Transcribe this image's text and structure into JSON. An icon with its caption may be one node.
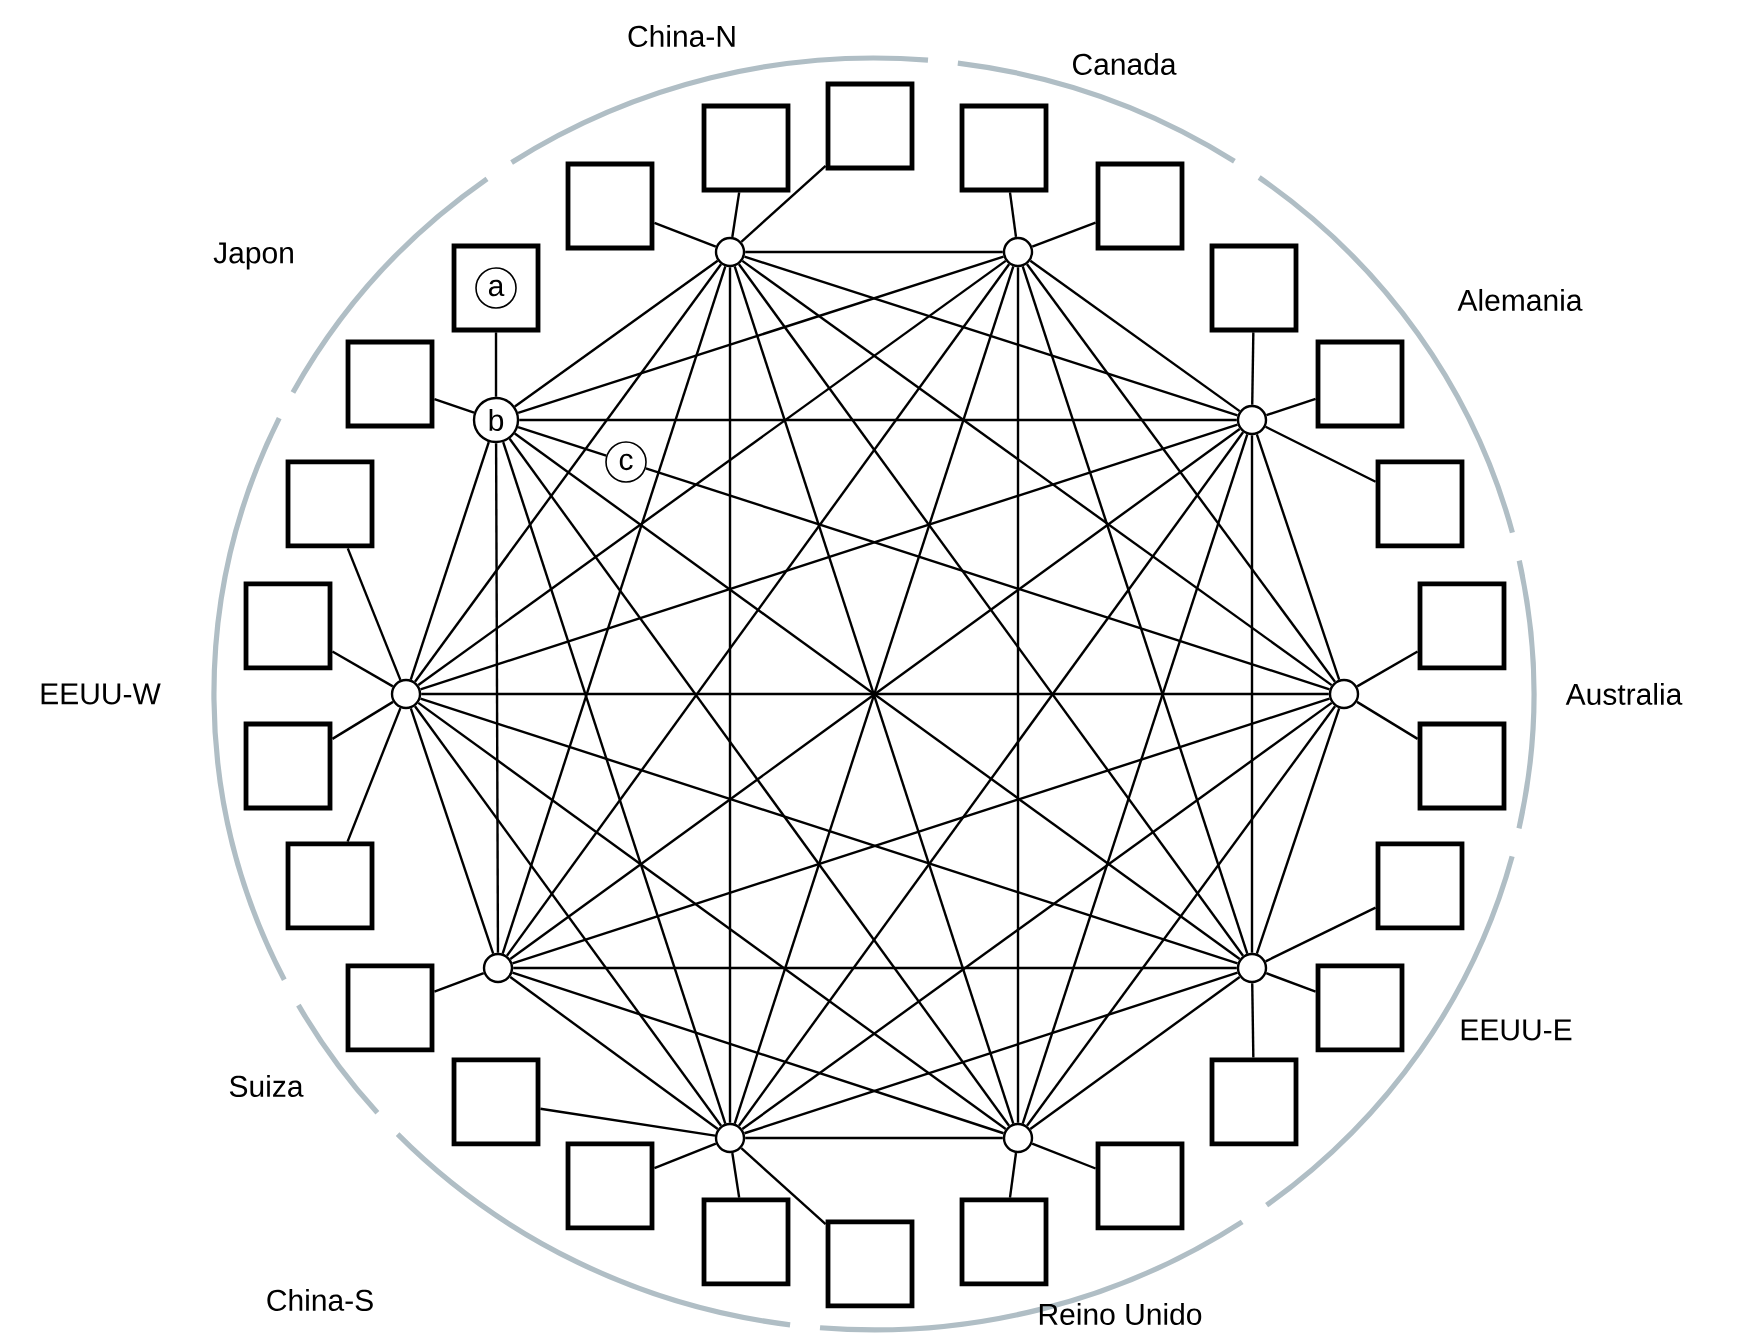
{
  "diagram": {
    "nodes": [
      {
        "text": [
          "b"
        ]
      },
      {
        "text": [],
        "shape": "circle"
      },
      {
        "text": [],
        "shape": "circle"
      },
      {
        "text": [],
        "shape": "circle"
      },
      {
        "text": [],
        "shape": "circle"
      },
      {
        "text": [],
        "shape": "circle"
      },
      {
        "text": [],
        "shape": "circle"
      },
      {
        "text": [],
        "shape": "circle"
      },
      {
        "text": [],
        "shape": "circle"
      },
      {
        "text": [],
        "shape": "circle"
      },
      {
        "text": [
          "a"
        ]
      },
      {
        "text": [],
        "shape": "box"
      },
      {
        "text": [],
        "shape": "box"
      },
      {
        "text": [],
        "shape": "box"
      },
      {
        "text": [],
        "shape": "box"
      },
      {
        "text": [],
        "shape": "box"
      },
      {
        "text": [],
        "shape": "box"
      },
      {
        "text": [],
        "shape": "box"
      },
      {
        "text": [],
        "shape": "box"
      },
      {
        "text": [],
        "shape": "box"
      },
      {
        "text": [],
        "shape": "box"
      },
      {
        "text": [],
        "shape": "box"
      },
      {
        "text": [],
        "shape": "box"
      },
      {
        "text": [],
        "shape": "box"
      },
      {
        "text": [],
        "shape": "box"
      },
      {
        "text": [],
        "shape": "box"
      },
      {
        "text": [],
        "shape": "box"
      },
      {
        "text": [],
        "shape": "box"
      },
      {
        "text": [],
        "shape": "box"
      },
      {
        "text": [],
        "shape": "box"
      },
      {
        "text": [],
        "shape": "box"
      },
      {
        "text": [],
        "shape": "box"
      },
      {
        "text": [],
        "shape": "box"
      },
      {
        "text": [],
        "shape": "box"
      },
      {
        "text": [],
        "shape": "box"
      },
      {
        "text": [],
        "shape": "box"
      },
      {
        "text": [
          "c"
        ]
      }
    ],
    "edges": [
      {
        "from": 0,
        "to": 1,
        "arrow": "none"
      },
      {
        "from": 0,
        "to": 2,
        "arrow": "none"
      },
      {
        "from": 0,
        "to": 3,
        "arrow": "none"
      },
      {
        "from": 0,
        "to": 36,
        "arrow": "none"
      },
      {
        "from": 36,
        "to": 4,
        "arrow": "none"
      },
      {
        "from": 0,
        "to": 5,
        "arrow": "none"
      },
      {
        "from": 0,
        "to": 6,
        "arrow": "none"
      },
      {
        "from": 0,
        "to": 7,
        "arrow": "none"
      },
      {
        "from": 0,
        "to": 8,
        "arrow": "none"
      },
      {
        "from": 0,
        "to": 9,
        "arrow": "none"
      },
      {
        "from": 1,
        "to": 2,
        "arrow": "none"
      },
      {
        "from": 1,
        "to": 3,
        "arrow": "none"
      },
      {
        "from": 1,
        "to": 4,
        "arrow": "none"
      },
      {
        "from": 1,
        "to": 5,
        "arrow": "none"
      },
      {
        "from": 1,
        "to": 6,
        "arrow": "none"
      },
      {
        "from": 1,
        "to": 7,
        "arrow": "none"
      },
      {
        "from": 1,
        "to": 8,
        "arrow": "none"
      },
      {
        "from": 1,
        "to": 9,
        "arrow": "none"
      },
      {
        "from": 2,
        "to": 3,
        "arrow": "none"
      },
      {
        "from": 2,
        "to": 4,
        "arrow": "none"
      },
      {
        "from": 2,
        "to": 5,
        "arrow": "none"
      },
      {
        "from": 2,
        "to": 6,
        "arrow": "none"
      },
      {
        "from": 2,
        "to": 7,
        "arrow": "none"
      },
      {
        "from": 2,
        "to": 8,
        "arrow": "none"
      },
      {
        "from": 2,
        "to": 9,
        "arrow": "none"
      },
      {
        "from": 3,
        "to": 4,
        "arrow": "none"
      },
      {
        "from": 3,
        "to": 5,
        "arrow": "none"
      },
      {
        "from": 3,
        "to": 6,
        "arrow": "none"
      },
      {
        "from": 3,
        "to": 7,
        "arrow": "none"
      },
      {
        "from": 3,
        "to": 8,
        "arrow": "none"
      },
      {
        "from": 3,
        "to": 9,
        "arrow": "none"
      },
      {
        "from": 4,
        "to": 5,
        "arrow": "none"
      },
      {
        "from": 4,
        "to": 6,
        "arrow": "none"
      },
      {
        "from": 4,
        "to": 7,
        "arrow": "none"
      },
      {
        "from": 4,
        "to": 8,
        "arrow": "none"
      },
      {
        "from": 4,
        "to": 9,
        "arrow": "none"
      },
      {
        "from": 5,
        "to": 6,
        "arrow": "none"
      },
      {
        "from": 5,
        "to": 7,
        "arrow": "none"
      },
      {
        "from": 5,
        "to": 8,
        "arrow": "none"
      },
      {
        "from": 5,
        "to": 9,
        "arrow": "none"
      },
      {
        "from": 6,
        "to": 7,
        "arrow": "none"
      },
      {
        "from": 6,
        "to": 8,
        "arrow": "none"
      },
      {
        "from": 6,
        "to": 9,
        "arrow": "none"
      },
      {
        "from": 7,
        "to": 8,
        "arrow": "none"
      },
      {
        "from": 7,
        "to": 9,
        "arrow": "none"
      },
      {
        "from": 8,
        "to": 9,
        "arrow": "none"
      },
      {
        "from": 10,
        "to": 0,
        "arrow": "none"
      },
      {
        "from": 11,
        "to": 0,
        "arrow": "none"
      },
      {
        "from": 12,
        "to": 1,
        "arrow": "none"
      },
      {
        "from": 13,
        "to": 1,
        "arrow": "none"
      },
      {
        "from": 14,
        "to": 1,
        "arrow": "none"
      },
      {
        "from": 15,
        "to": 2,
        "arrow": "none"
      },
      {
        "from": 16,
        "to": 2,
        "arrow": "none"
      },
      {
        "from": 17,
        "to": 3,
        "arrow": "none"
      },
      {
        "from": 18,
        "to": 3,
        "arrow": "none"
      },
      {
        "from": 19,
        "to": 3,
        "arrow": "none"
      },
      {
        "from": 20,
        "to": 4,
        "arrow": "none"
      },
      {
        "from": 21,
        "to": 4,
        "arrow": "none"
      },
      {
        "from": 22,
        "to": 5,
        "arrow": "none"
      },
      {
        "from": 23,
        "to": 5,
        "arrow": "none"
      },
      {
        "from": 24,
        "to": 5,
        "arrow": "none"
      },
      {
        "from": 25,
        "to": 6,
        "arrow": "none"
      },
      {
        "from": 26,
        "to": 6,
        "arrow": "none"
      },
      {
        "from": 27,
        "to": 7,
        "arrow": "none"
      },
      {
        "from": 28,
        "to": 7,
        "arrow": "none"
      },
      {
        "from": 29,
        "to": 7,
        "arrow": "none"
      },
      {
        "from": 30,
        "to": 7,
        "arrow": "none"
      },
      {
        "from": 31,
        "to": 8,
        "arrow": "none"
      },
      {
        "from": 32,
        "to": 9,
        "arrow": "none"
      },
      {
        "from": 33,
        "to": 9,
        "arrow": "none"
      },
      {
        "from": 34,
        "to": 9,
        "arrow": "none"
      },
      {
        "from": 35,
        "to": 9,
        "arrow": "none"
      }
    ],
    "labels": [
      "China-N",
      "Canada",
      "Japon",
      "Alemania",
      "EEUU-W",
      "Australia",
      "Suiza",
      "EEUU-E",
      "China-S",
      "Reino Unido"
    ]
  }
}
